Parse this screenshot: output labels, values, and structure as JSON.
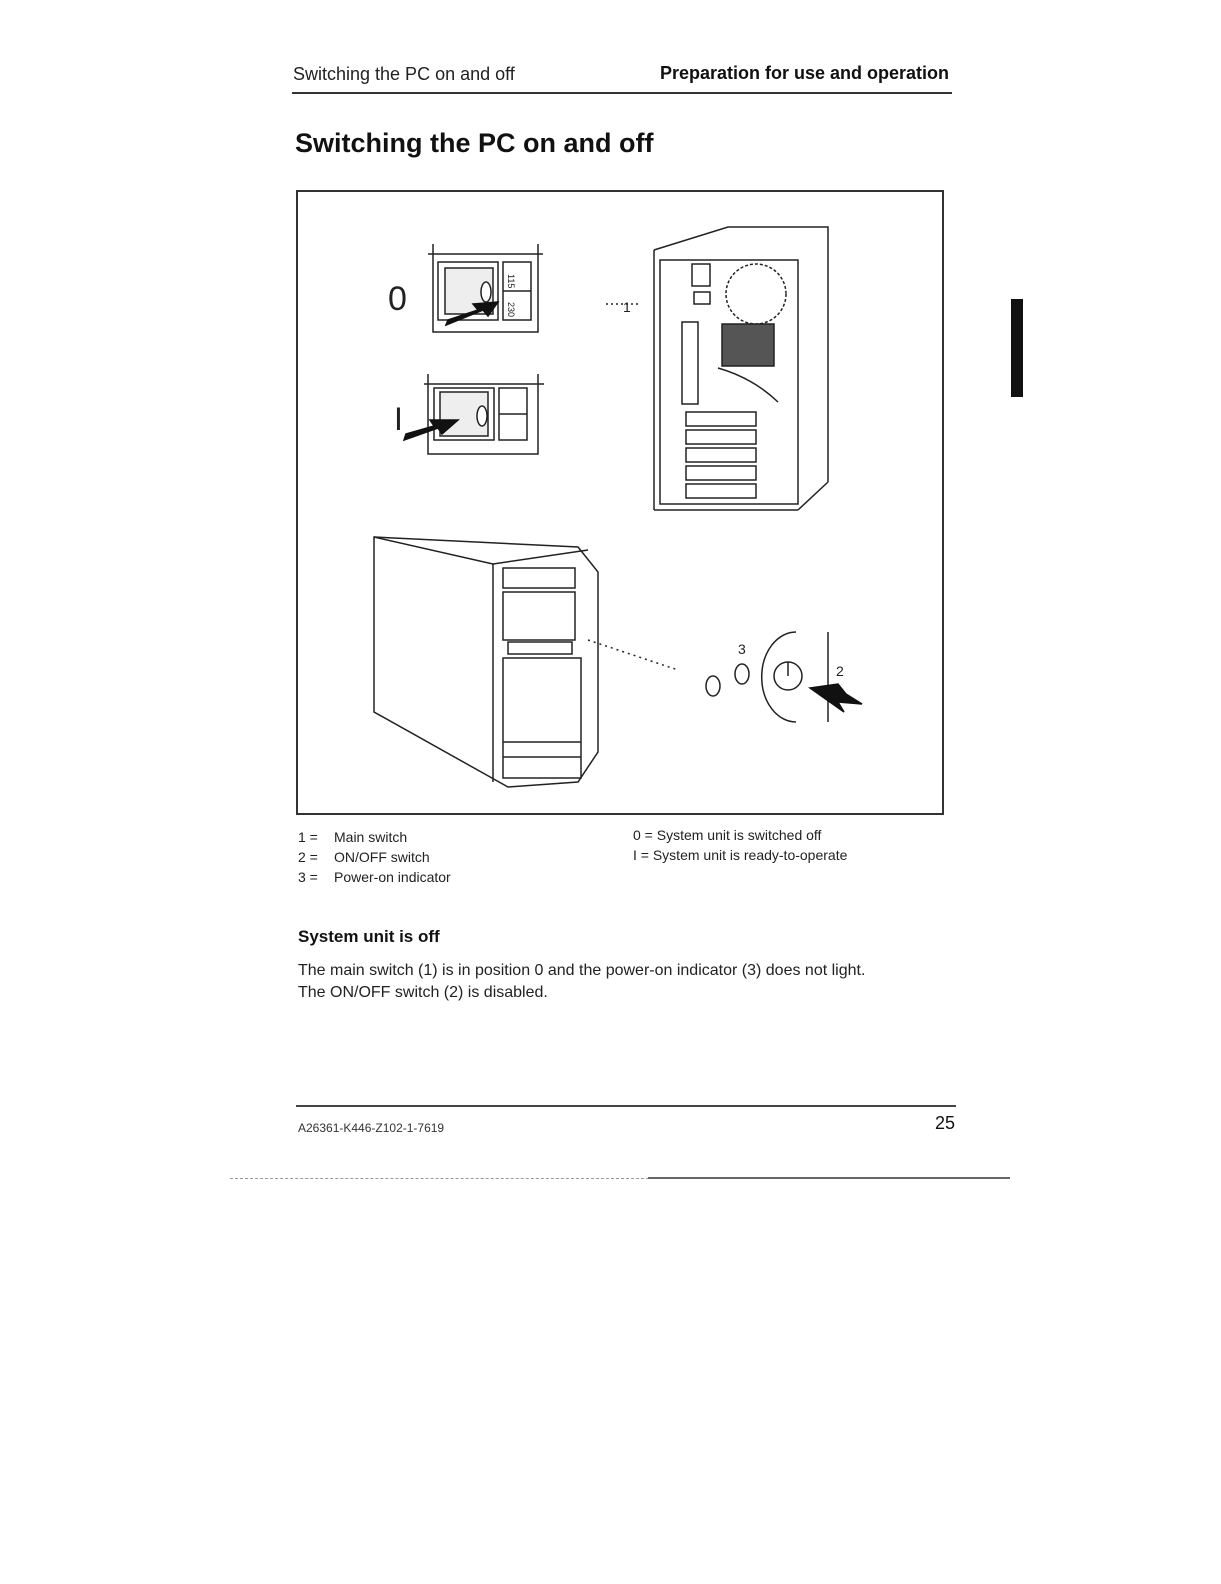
{
  "header": {
    "section": "Switching the PC on and off",
    "chapter": "Preparation for use and operation"
  },
  "title": "Switching the PC on and off",
  "figure": {
    "switch_off_label": "0",
    "switch_on_label": "I",
    "voltage_115": "115",
    "voltage_230": "230",
    "callout_main_switch": "1",
    "callout_onoff_switch": "2",
    "callout_power_indicator": "3"
  },
  "legend": {
    "items": [
      {
        "num": "1 =",
        "text": "Main switch"
      },
      {
        "num": "2 =",
        "text": "ON/OFF switch"
      },
      {
        "num": "3 =",
        "text": "Power-on indicator"
      }
    ],
    "states": [
      "0 = System unit is switched off",
      "I = System unit is ready-to-operate"
    ]
  },
  "section": {
    "heading": "System unit is off",
    "lines": [
      "The main switch (1) is in position 0 and the power-on indicator (3) does not light.",
      "The ON/OFF switch (2) is disabled."
    ]
  },
  "footer": {
    "doc_code": "A26361-K446-Z102-1-7619",
    "page_number": "25"
  }
}
